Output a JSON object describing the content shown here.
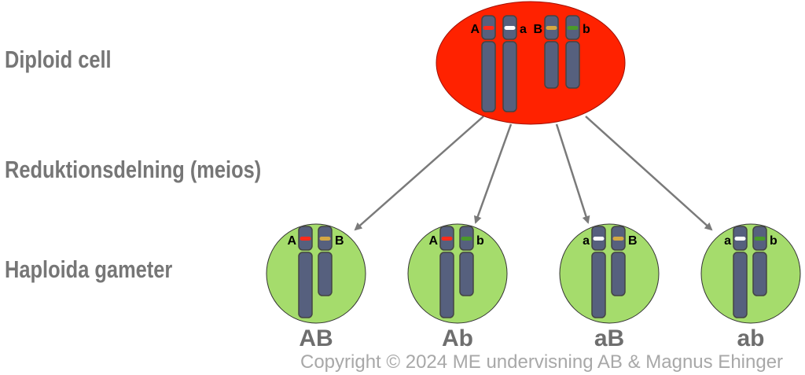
{
  "labels": {
    "diploid": "Diploid cell",
    "meiosis": "Reduktionsdelning (meios)",
    "haploid": "Haploida gameter"
  },
  "diploid_cell": {
    "color": "#ff2200",
    "chromosomes": [
      {
        "allele": "A",
        "band": "#ff2a1a",
        "long": true,
        "label_side": "left"
      },
      {
        "allele": "a",
        "band": "#ffffff",
        "long": true,
        "label_side": "right"
      },
      {
        "allele": "B",
        "band": "#d4a843",
        "long": false,
        "label_side": "left"
      },
      {
        "allele": "b",
        "band": "#4a9a2a",
        "long": false,
        "label_side": "right"
      }
    ]
  },
  "gametes": [
    {
      "genotype": "AB",
      "alleles": [
        "A",
        "B"
      ],
      "bands": [
        "#ff2a1a",
        "#d4a843"
      ]
    },
    {
      "genotype": "Ab",
      "alleles": [
        "A",
        "b"
      ],
      "bands": [
        "#ff2a1a",
        "#4a9a2a"
      ]
    },
    {
      "genotype": "aB",
      "alleles": [
        "a",
        "B"
      ],
      "bands": [
        "#ffffff",
        "#d4a843"
      ]
    },
    {
      "genotype": "ab",
      "alleles": [
        "a",
        "b"
      ],
      "bands": [
        "#ffffff",
        "#4a9a2a"
      ]
    }
  ],
  "gamete_color": "#a5dc6c",
  "chromosome_color": "#56607e",
  "copyright": "Copyright © 2024 ME undervisning AB & Magnus Ehinger"
}
